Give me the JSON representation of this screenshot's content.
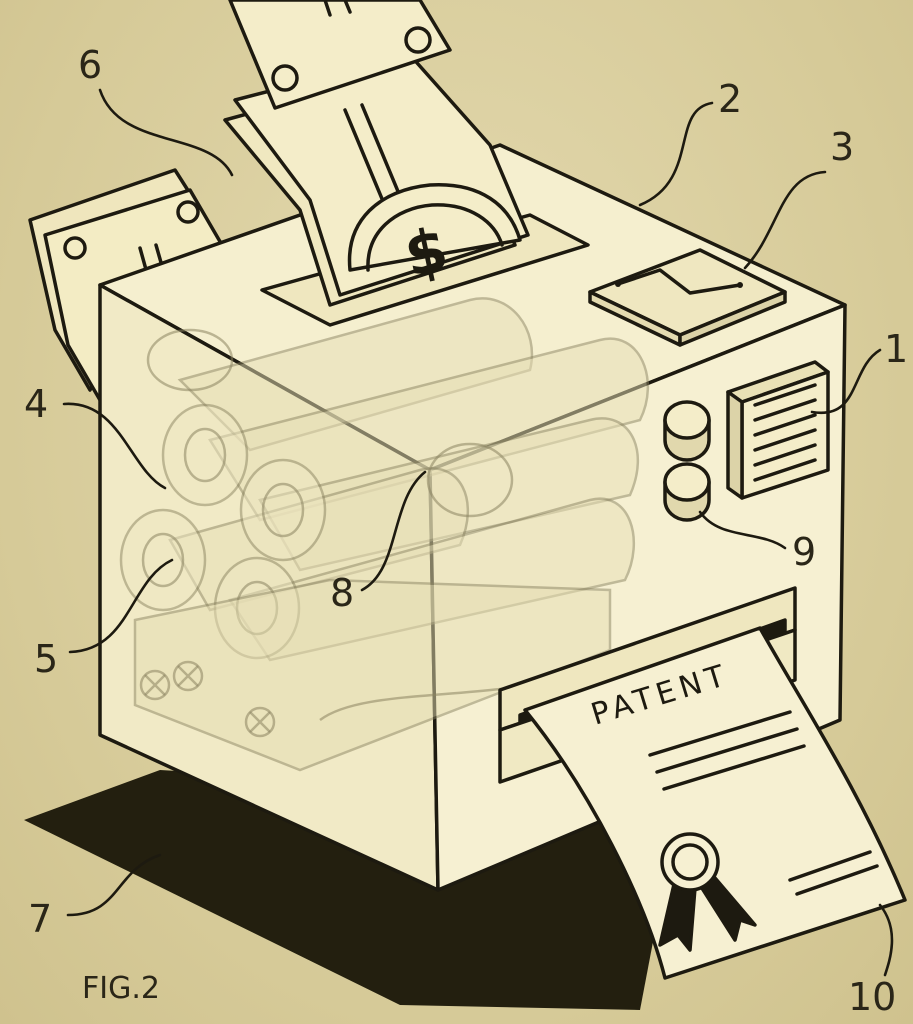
{
  "figure": {
    "label": "FIG.2",
    "callouts": [
      "1",
      "2",
      "3",
      "4",
      "5",
      "6",
      "7",
      "8",
      "9",
      "10"
    ]
  },
  "document": {
    "title": "PATENT"
  },
  "money": {
    "symbol": "$"
  },
  "colors": {
    "background": "#dcd1a3",
    "paper": "#f3ecc4",
    "ink": "#1d1a10",
    "shadow": "#231f0f"
  }
}
